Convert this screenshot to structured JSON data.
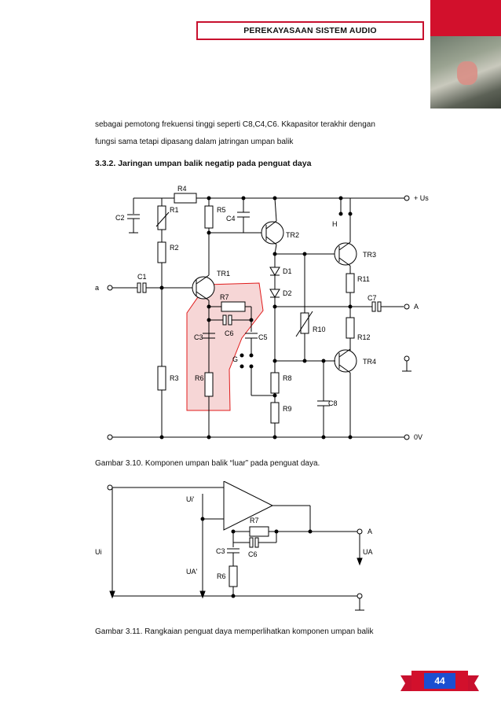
{
  "header": {
    "title": "PEREKAYASAAN SISTEM AUDIO"
  },
  "body": {
    "para_line1": "sebagai pemotong frekuensi tinggi seperti C8,C4,C6.  Kkapasitor terakhir dengan",
    "para_line2": "fungsi sama tetapi dipasang dalam jatringan umpan balik",
    "section_heading": "3.3.2. Jaringan umpan balik negatip pada penguat daya"
  },
  "figure1": {
    "caption": "Gambar 3.10. Komponen umpan balik “luar” pada penguat daya.",
    "labels": {
      "r4": "R4",
      "r1": "R1",
      "r2": "R2",
      "r3": "R3",
      "r5": "R5",
      "r6": "R6",
      "r7": "R7",
      "r8": "R8",
      "r9": "R9",
      "r10": "R10",
      "r11": "R11",
      "r12": "R12",
      "c1": "C1",
      "c2": "C2",
      "c3": "C3",
      "c4": "C4",
      "c5": "C5",
      "c6": "C6",
      "c7": "C7",
      "c8": "C8",
      "tr1": "TR1",
      "tr2": "TR2",
      "tr3": "TR3",
      "tr4": "TR4",
      "d1": "D1",
      "d2": "D2",
      "h": "H",
      "g": "G",
      "us": "+ Us",
      "a_in": "a",
      "a_out": "A",
      "zero_v": "0V"
    }
  },
  "figure2": {
    "caption": "Gambar 3.11. Rangkaian penguat daya memperlihatkan komponen umpan balik",
    "labels": {
      "ui_prime": "Ui'",
      "ui": "Ui",
      "ua_prime": "UA'",
      "ua": "UA",
      "r7": "R7",
      "c3": "C3",
      "c6": "C6",
      "r6": "R6",
      "a": "A"
    }
  },
  "footer": {
    "page_number": "44"
  },
  "colors": {
    "accent_red": "#c8102e",
    "badge_blue": "#1a4fd1",
    "feedback_fill": "#f4c9c9"
  }
}
